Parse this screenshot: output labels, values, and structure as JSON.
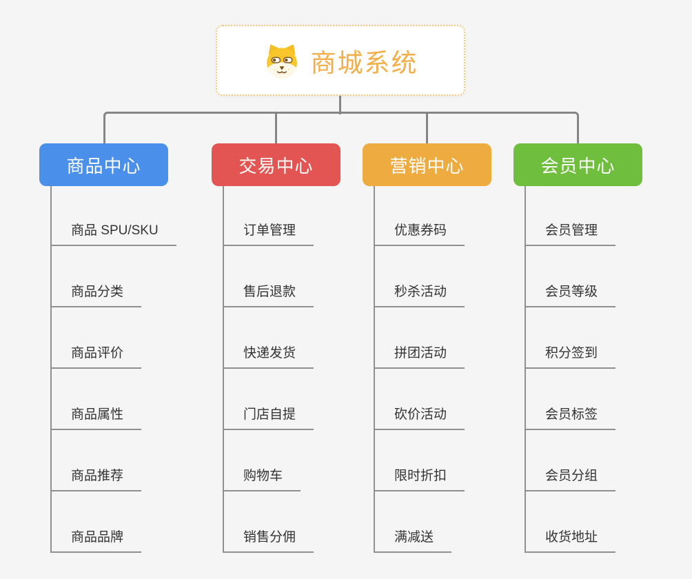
{
  "canvas": {
    "background_color": "#f5f5f5",
    "connector_color": "#858585",
    "leaf_line_color": "#8f8f8f"
  },
  "root": {
    "title": "商城系统",
    "icon": "dog-face-icon",
    "text_color": "#f2ae48",
    "border_color": "#f7c676"
  },
  "branches": [
    {
      "id": "product-center",
      "label": "商品中心",
      "color": "#4a8fea",
      "children": [
        "商品 SPU/SKU",
        "商品分类",
        "商品评价",
        "商品属性",
        "商品推荐",
        "商品品牌"
      ]
    },
    {
      "id": "trade-center",
      "label": "交易中心",
      "color": "#e25552",
      "children": [
        "订单管理",
        "售后退款",
        "快递发货",
        "门店自提",
        "购物车",
        "销售分佣"
      ]
    },
    {
      "id": "marketing-center",
      "label": "营销中心",
      "color": "#eeac40",
      "children": [
        "优惠券码",
        "秒杀活动",
        "拼团活动",
        "砍价活动",
        "限时折扣",
        "满减送"
      ]
    },
    {
      "id": "member-center",
      "label": "会员中心",
      "color": "#6fbe3d",
      "children": [
        "会员管理",
        "会员等级",
        "积分签到",
        "会员标签",
        "会员分组",
        "收货地址"
      ]
    }
  ]
}
